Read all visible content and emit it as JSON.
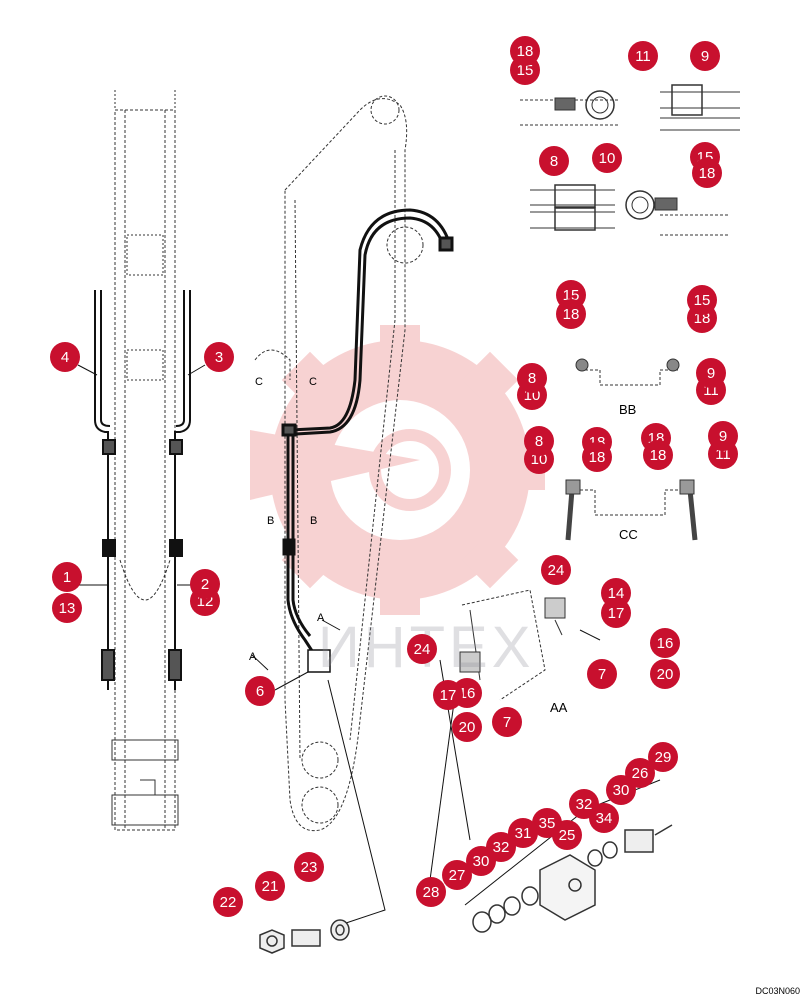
{
  "colors": {
    "badge": "#c8102e",
    "watermark": "#f2b8b8",
    "line": "#222222"
  },
  "watermark_text": "ИНТЕХ",
  "drawing_code": "DC03N060",
  "section_labels": {
    "aa": "AA",
    "bb": "BB",
    "cc": "CC"
  },
  "section_markers": {
    "a": "A",
    "b": "B",
    "c": "C"
  },
  "callouts": {
    "c18a": "18",
    "c15a": "15",
    "c11a": "11",
    "c9a": "9",
    "c8a": "8",
    "c10a": "10",
    "c15b": "15",
    "c18b": "18",
    "c4": "4",
    "c3": "3",
    "c1": "1",
    "c13": "13",
    "c2": "2",
    "c12": "12",
    "c15c": "15",
    "c18c": "18",
    "c15d": "15",
    "c18d": "18",
    "c8b": "8",
    "c10b": "10",
    "c9b": "9",
    "c11b": "11",
    "c8c": "8",
    "c10c": "10",
    "c18e": "18",
    "c18f": "18",
    "c9c": "9",
    "c11c": "11",
    "c24a": "24",
    "c14": "14",
    "c17a": "17",
    "c16a": "16",
    "c7a": "7",
    "c20a": "20",
    "c24b": "24",
    "c17b": "17",
    "c16b": "16",
    "c20b": "20",
    "c7b": "7",
    "c6": "6",
    "c22": "22",
    "c21": "21",
    "c23": "23",
    "c29": "29",
    "c26": "26",
    "c30a": "30",
    "c32a": "32",
    "c34": "34",
    "c35": "35",
    "c25": "25",
    "c31": "31",
    "c32b": "32",
    "c30b": "30",
    "c27": "27",
    "c28": "28"
  }
}
